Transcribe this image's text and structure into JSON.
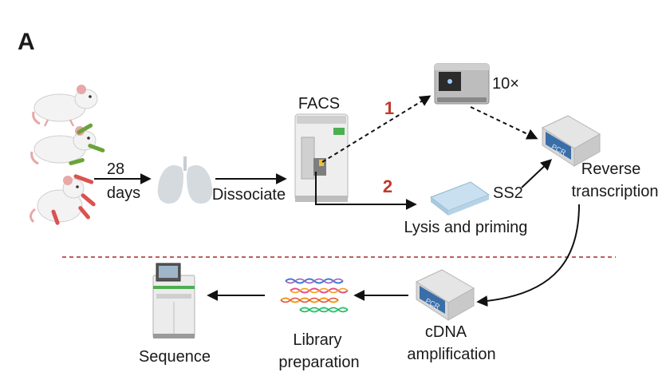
{
  "panel_label": "A",
  "labels": {
    "duration_number": "28",
    "duration_unit": "days",
    "dissociate": "Dissociate",
    "facs": "FACS",
    "route_one": "1",
    "route_two": "2",
    "ten_x": "10×",
    "ss2": "SS2",
    "lysis": "Lysis and priming",
    "reverse_line1": "Reverse",
    "reverse_line2": "transcription",
    "pcr": "PCR",
    "cdna_line1": "cDNA",
    "cdna_line2": "amplification",
    "library_line1": "Library",
    "library_line2": "preparation",
    "sequence": "Sequence"
  },
  "colors": {
    "route_number": "#c0392b",
    "divider": "#a52a2a",
    "arrow": "#111111",
    "mouse_body": "#f3f3f3",
    "mouse_ear": "#e8a8a8",
    "green_agent": "#6aa33a",
    "red_agent": "#d9534f",
    "lung": "#d5dadf",
    "plate": "#c8e0ef",
    "screen": "#3a6ea8"
  },
  "icons": [
    "mouse-icon",
    "mouse-treated-green-icon",
    "mouse-treated-red-icon",
    "lungs-icon",
    "facs-machine-icon",
    "10x-controller-icon",
    "well-plate-icon",
    "pcr-thermocycler-icon",
    "dna-strands-icon",
    "sequencer-icon"
  ]
}
